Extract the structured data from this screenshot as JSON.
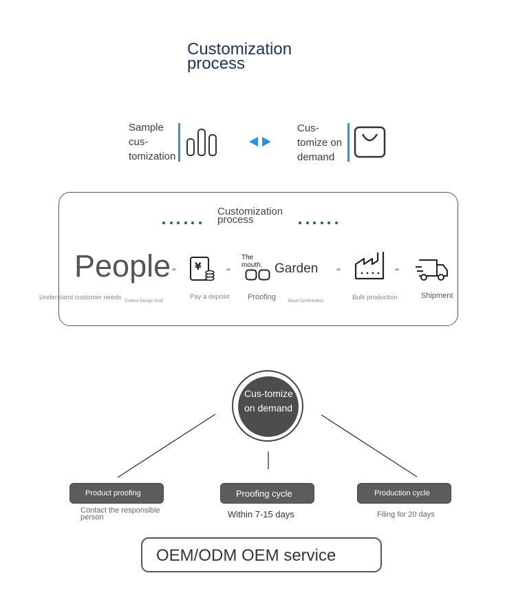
{
  "title": "Customization process",
  "top_row": {
    "left_label": "Sample cus-tomization",
    "right_label": "Cus-tomize on demand",
    "left_icon": "bar-chart-icon",
    "right_icon": "shopping-bag-icon",
    "arrow_color": "#2f8fe0"
  },
  "process": {
    "title": "Customization process",
    "people_label": "People",
    "mouth_label": "The mouth.",
    "garden_label": "Garden",
    "steps": [
      {
        "caption": "Understand customer needs"
      },
      {
        "caption": "Confirm Design Draft"
      },
      {
        "caption": "Pay a deposit",
        "icon": "yen-coins-icon"
      },
      {
        "caption": "Proofing",
        "icon": "proofing-icon"
      },
      {
        "caption": "Buyer Confirmation"
      },
      {
        "caption": "Bulk production",
        "icon": "factory-icon"
      },
      {
        "caption": "Shipment",
        "icon": "truck-icon"
      }
    ]
  },
  "hub": {
    "label": "Cus-tomize on demand"
  },
  "branches": [
    {
      "label": "Product proofing",
      "note": "Contact the responsible person"
    },
    {
      "label": "Proofing cycle",
      "note": "Within 7-15 days"
    },
    {
      "label": "Production cycle",
      "note": "Filing for 20 days"
    }
  ],
  "footer": {
    "label": "OEM/ODM OEM service"
  },
  "colors": {
    "title": "#1f3357",
    "accent_blue": "#3a8fd6",
    "pill_bg": "#5c5c5c"
  }
}
